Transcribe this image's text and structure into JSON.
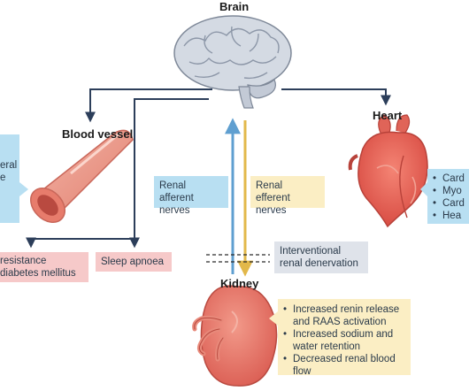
{
  "labels": {
    "brain": "Brain",
    "blood_vessel": "Blood vessel",
    "heart": "Heart",
    "kidney": "Kidney"
  },
  "boxes": {
    "renal_afferent": [
      "Renal afferent",
      "nerves"
    ],
    "renal_efferent": [
      "Renal efferent",
      "nerves"
    ],
    "interventional": [
      "Interventional",
      "renal denervation"
    ],
    "sleep_apnoea": "Sleep apnoea",
    "vessel_left_partial": [
      "eral",
      "e"
    ],
    "vessel_bottom_partial": [
      "resistance",
      "diabetes mellitus"
    ],
    "heart_partial": [
      "Card",
      "Myo",
      "Card",
      "Hea"
    ],
    "kidney_effects": [
      "Increased renin release and RAAS activation",
      "Increased sodium and water retention",
      "Decreased renal blood flow"
    ]
  },
  "colors": {
    "afferent": "#5f9fd0",
    "efferent": "#e2b84a",
    "connector": "#2c3e5a",
    "box_blue": "#b8dff2",
    "box_yellow": "#fbeec4",
    "box_pink": "#f6c9c9",
    "box_grey": "#dfe3ea"
  },
  "icons": [
    "brain-icon",
    "blood-vessel-icon",
    "heart-icon",
    "kidney-icon"
  ]
}
